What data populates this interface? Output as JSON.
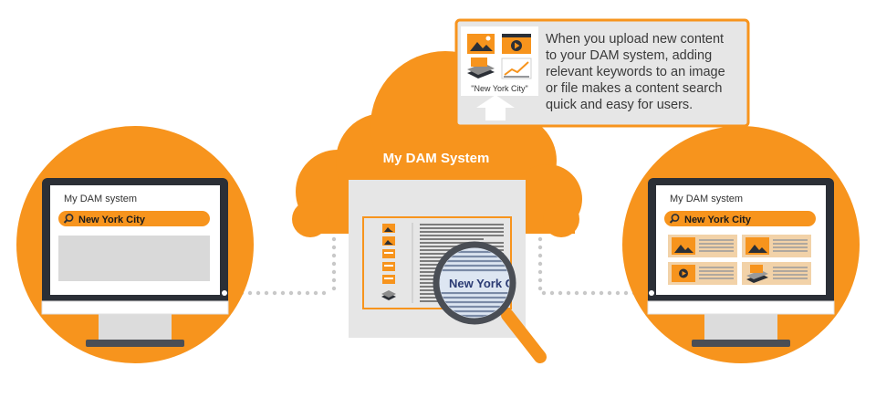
{
  "colors": {
    "orange": "#F7941D",
    "dark": "#2b2f36",
    "screen_gray": "#d9d9d9",
    "panel_gray": "#e6e6e6",
    "line_gray": "#bdbdbd",
    "white": "#ffffff"
  },
  "callout": {
    "text_lines": [
      "When you upload new content",
      "to your DAM system, adding",
      "relevant keywords to an image",
      "or file makes a content search",
      "quick and easy for users."
    ],
    "keyword_tag": "\"New York City\"",
    "file_icons": [
      "image-file-icon",
      "video-file-icon",
      "pdf-file-icon",
      "chart-file-icon"
    ]
  },
  "cloud": {
    "title": "My DAM System",
    "magnifier_text": "New York C",
    "file_list_icons": [
      "image-icon",
      "image-icon",
      "pdf-icon",
      "pdf-icon",
      "pdf-icon",
      "stack-icon"
    ]
  },
  "left_monitor": {
    "app_title": "My DAM system",
    "search_value": "New York City",
    "results_state": "empty"
  },
  "right_monitor": {
    "app_title": "My DAM system",
    "search_value": "New York City",
    "results": [
      "image-result",
      "image-result",
      "video-result",
      "pdf-result"
    ]
  },
  "icons": [
    "search-icon",
    "search-icon",
    "magnifying-glass-icon",
    "upload-arrow-icon"
  ]
}
